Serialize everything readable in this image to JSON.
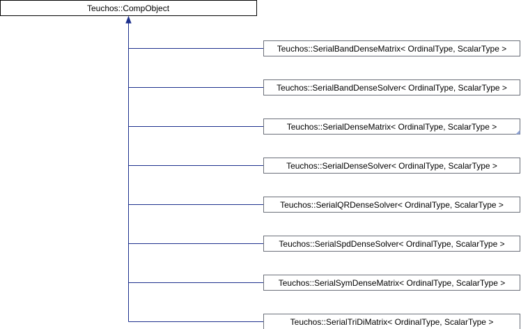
{
  "diagram": {
    "root": {
      "label": "Teuchos::CompObject"
    },
    "children": [
      {
        "label": "Teuchos::SerialBandDenseMatrix< OrdinalType, ScalarType >",
        "truncated": false
      },
      {
        "label": "Teuchos::SerialBandDenseSolver< OrdinalType, ScalarType >",
        "truncated": false
      },
      {
        "label": "Teuchos::SerialDenseMatrix< OrdinalType, ScalarType >",
        "truncated": true
      },
      {
        "label": "Teuchos::SerialDenseSolver< OrdinalType, ScalarType >",
        "truncated": false
      },
      {
        "label": "Teuchos::SerialQRDenseSolver< OrdinalType, ScalarType >",
        "truncated": false
      },
      {
        "label": "Teuchos::SerialSpdDenseSolver< OrdinalType, ScalarType >",
        "truncated": false
      },
      {
        "label": "Teuchos::SerialSymDenseMatrix< OrdinalType, ScalarType >",
        "truncated": false
      },
      {
        "label": "Teuchos::SerialTriDiMatrix< OrdinalType, ScalarType >",
        "truncated": false
      }
    ],
    "colors": {
      "edge": "#1c2f8c",
      "node_border": "#6b6f79",
      "root_border": "#000000",
      "fold": "#8ea3d6"
    }
  }
}
